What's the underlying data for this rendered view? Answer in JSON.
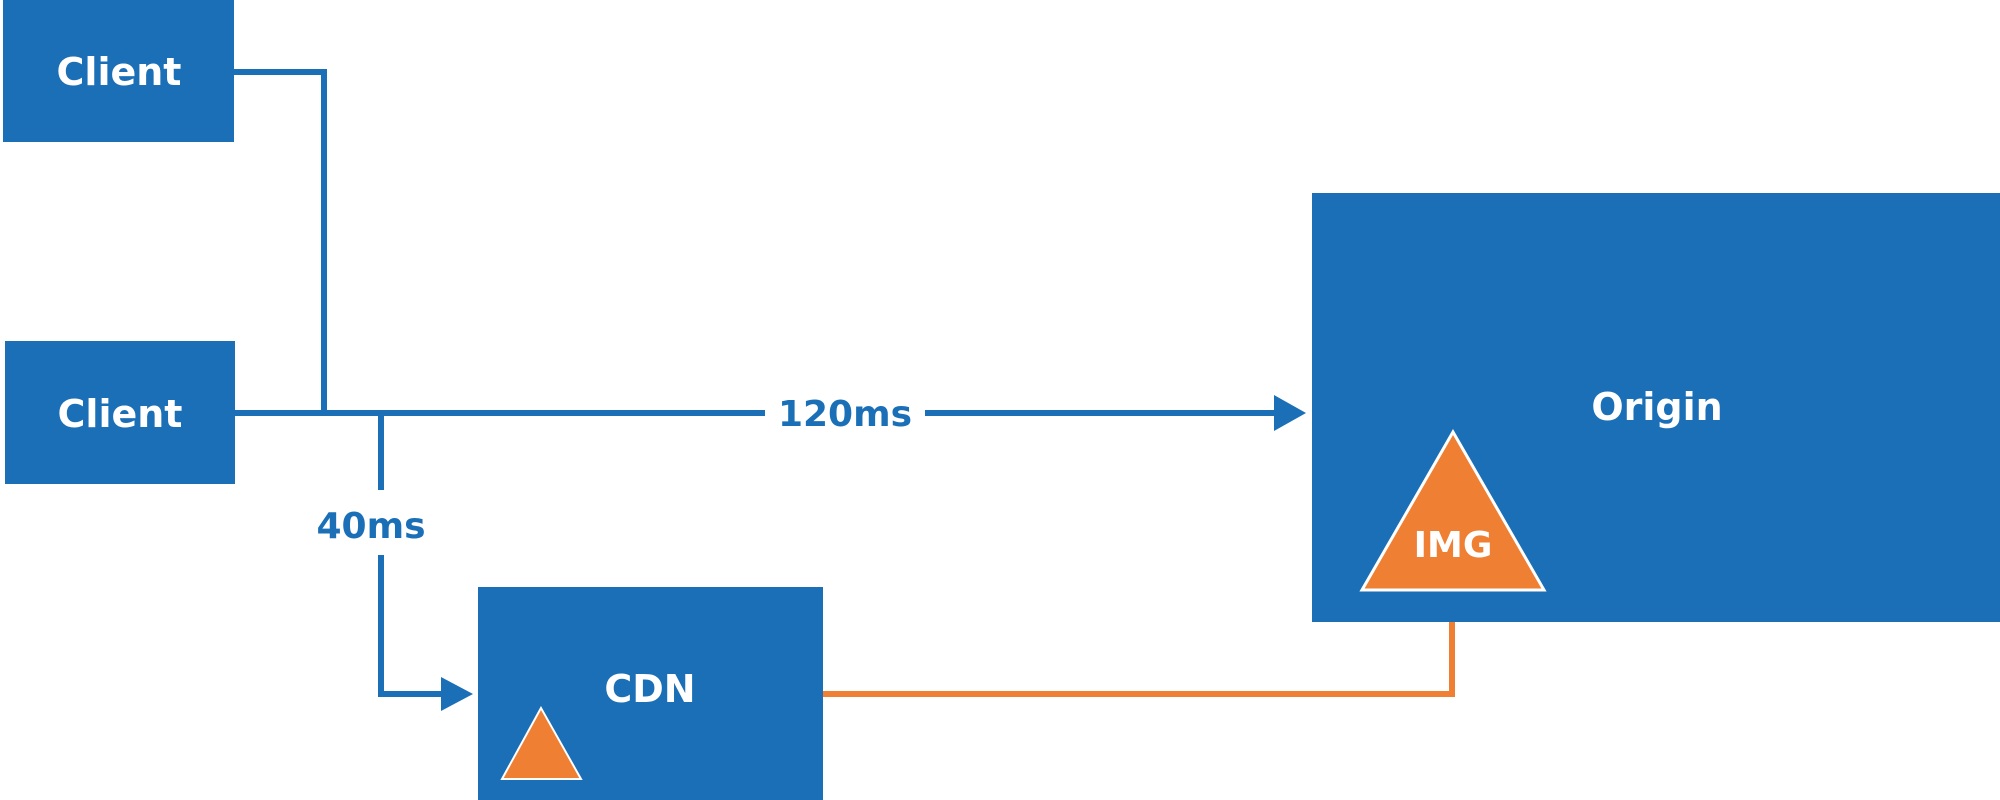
{
  "nodes": {
    "client_1": "Client",
    "client_2": "Client",
    "cdn": "CDN",
    "origin": "Origin"
  },
  "latencies": {
    "direct": "120ms",
    "cdn": "40ms"
  },
  "assets": {
    "image": "IMG"
  },
  "colors": {
    "primary_blue": "#1a6fb7",
    "accent_orange": "#ee7f33",
    "background": "#ffffff"
  }
}
